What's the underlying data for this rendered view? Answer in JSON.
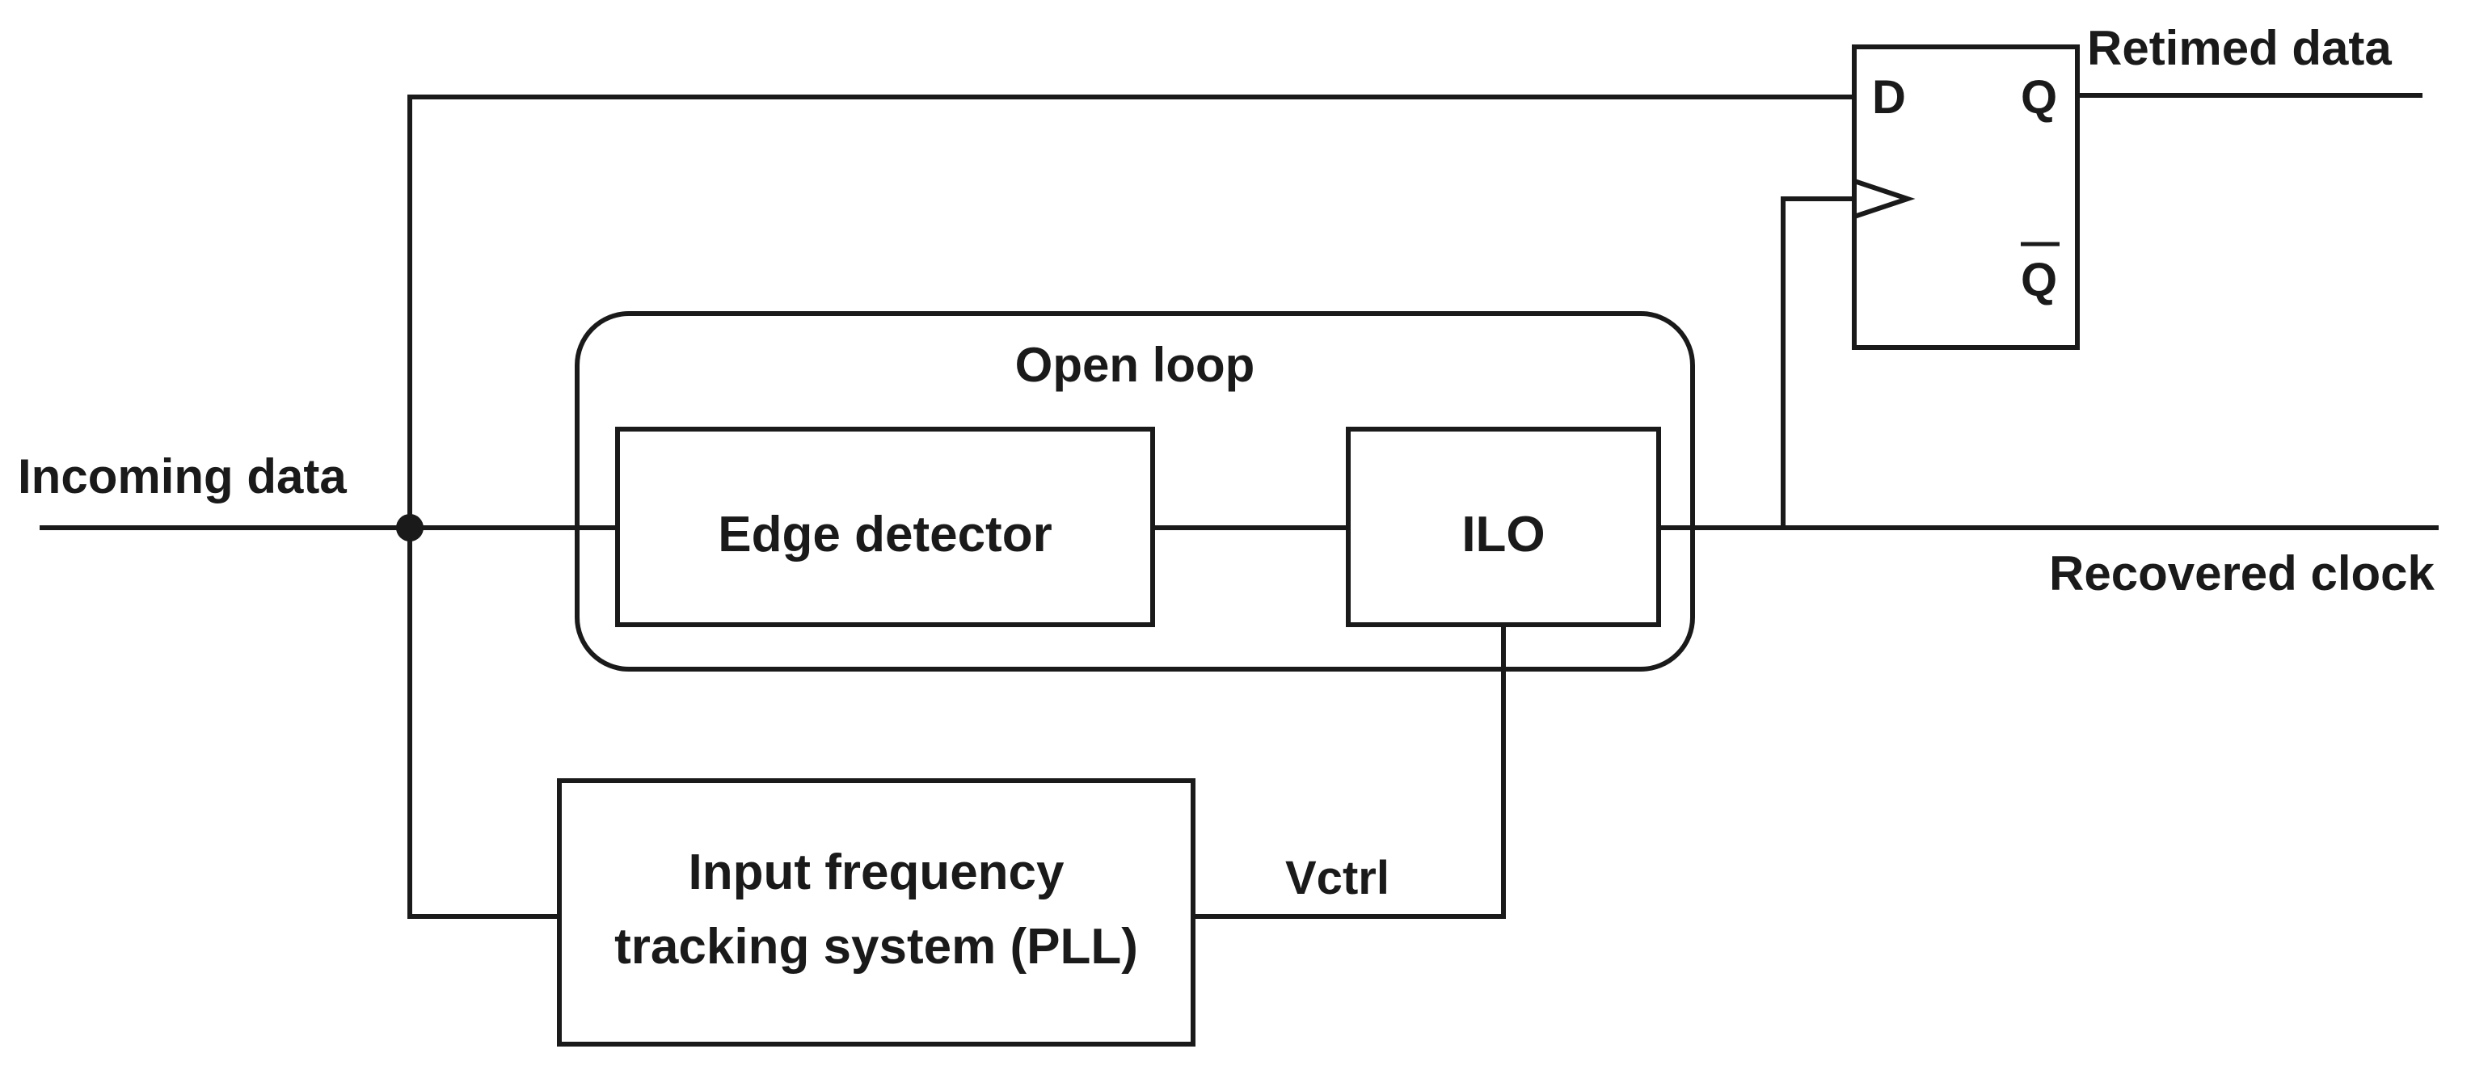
{
  "labels": {
    "incoming_data": "Incoming data",
    "open_loop": "Open loop",
    "edge_detector": "Edge detector",
    "ilo": "ILO",
    "pll_line1": "Input frequency",
    "pll_line2": "tracking system (PLL)",
    "vctrl": "Vctrl",
    "retimed_data": "Retimed data",
    "recovered_clock": "Recovered clock",
    "ff_d": "D",
    "ff_q": "Q",
    "ff_qbar": "Q"
  }
}
